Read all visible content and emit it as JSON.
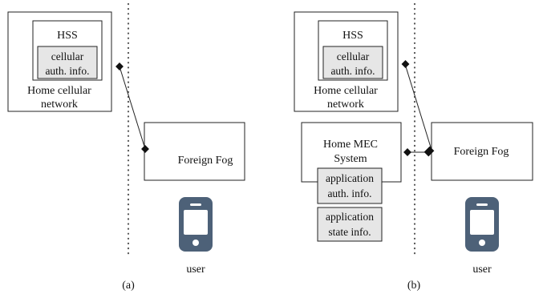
{
  "panel_a": {
    "hss_label": "HSS",
    "cellular_auth_line1": "cellular",
    "cellular_auth_line2": "auth. info.",
    "home_network_line1": "Home cellular",
    "home_network_line2": "network",
    "foreign_fog_label": "Foreign Fog",
    "user_label": "user",
    "caption": "(a)"
  },
  "panel_b": {
    "hss_label": "HSS",
    "cellular_auth_line1": "cellular",
    "cellular_auth_line2": "auth. info.",
    "home_network_line1": "Home cellular",
    "home_network_line2": "network",
    "mec_line1": "Home MEC",
    "mec_line2": "System",
    "app_auth_line1": "application",
    "app_auth_line2": "auth. info.",
    "app_state_line1": "application",
    "app_state_line2": "state info.",
    "foreign_fog_label": "Foreign Fog",
    "user_label": "user",
    "caption": "(b)"
  },
  "colors": {
    "info_box_fill": "#e6e6e6",
    "phone_color": "#4d6178",
    "divider_color": "#555555"
  }
}
